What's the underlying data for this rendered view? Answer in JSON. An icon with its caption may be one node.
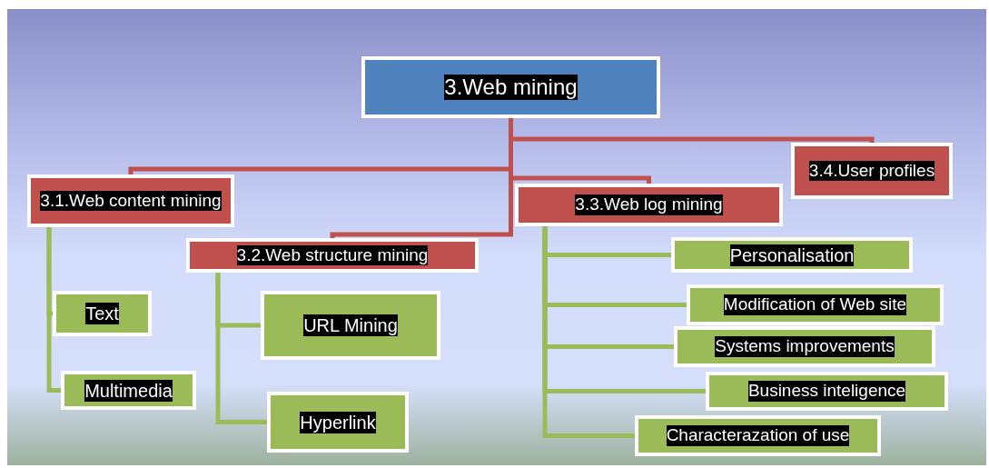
{
  "diagram": {
    "nodes": [
      {
        "text": [
          "3.Web mining"
        ]
      },
      {
        "text": [
          "3.1.Web content mining"
        ]
      },
      {
        "text": [
          "Text"
        ]
      },
      {
        "text": [
          "Multimedia"
        ]
      },
      {
        "text": [
          "3.2.Web structure mining"
        ]
      },
      {
        "text": [
          "URL Mining"
        ]
      },
      {
        "text": [
          "Hyperlink"
        ]
      },
      {
        "text": [
          "3.3.Web log mining"
        ]
      },
      {
        "text": [
          "Personalisation"
        ]
      },
      {
        "text": [
          "Modification of Web site"
        ]
      },
      {
        "text": [
          "Systems improvements"
        ]
      },
      {
        "text": [
          "Business inteligence"
        ]
      },
      {
        "text": [
          "Characterazation of use"
        ]
      },
      {
        "text": [
          "3.4.User profiles"
        ]
      }
    ],
    "edges": [
      {
        "from": 0,
        "to": 13,
        "arrow": "none",
        "color": "#c0504d"
      },
      {
        "from": 0,
        "to": 1,
        "arrow": "none",
        "color": "#c0504d"
      },
      {
        "from": 0,
        "to": 7,
        "arrow": "none",
        "color": "#c0504d"
      },
      {
        "from": 0,
        "to": 4,
        "arrow": "none",
        "color": "#c0504d"
      },
      {
        "from": 1,
        "to": 2,
        "arrow": "none"
      },
      {
        "from": 1,
        "to": 3,
        "arrow": "none"
      },
      {
        "from": 4,
        "to": 5,
        "arrow": "none"
      },
      {
        "from": 4,
        "to": 6,
        "arrow": "none"
      },
      {
        "from": 7,
        "to": 8,
        "arrow": "none"
      },
      {
        "from": 7,
        "to": 9,
        "arrow": "none"
      },
      {
        "from": 7,
        "to": 10,
        "arrow": "none"
      },
      {
        "from": 7,
        "to": 11,
        "arrow": "none"
      },
      {
        "from": 7,
        "to": 12,
        "arrow": "none"
      }
    ]
  }
}
